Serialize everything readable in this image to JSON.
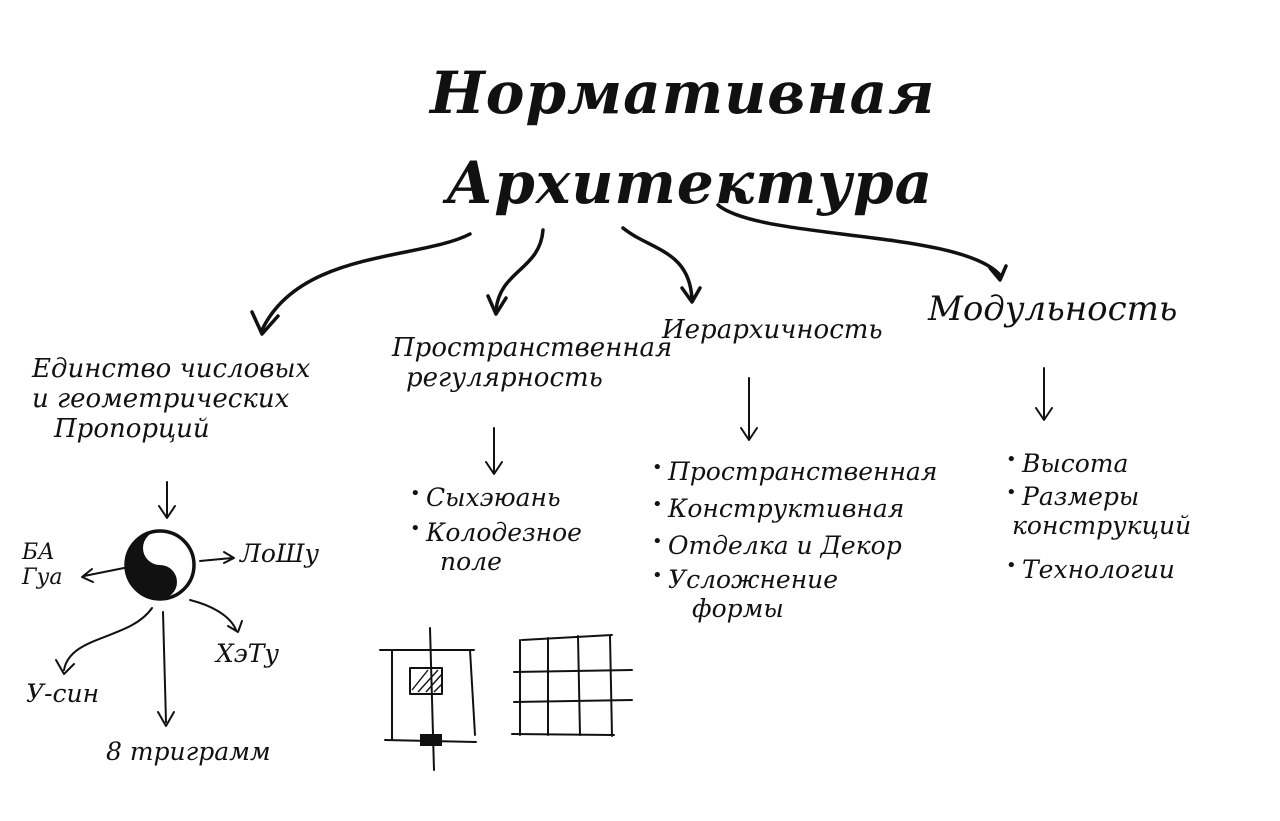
{
  "title": {
    "line1": "Нормативная",
    "line2": "Архитектура"
  },
  "branches": [
    {
      "label_lines": [
        "Единство числовых",
        "и геометрических",
        "Пропорций"
      ],
      "center": {
        "icon": "yin-yang-icon",
        "left": [
          "БА",
          "Гуа"
        ],
        "right": "ЛоШу",
        "lower_right": "ХэТу",
        "lower_left": "У-син",
        "bottom": "8 триграмм"
      }
    },
    {
      "label_lines": [
        "Пространственная",
        "регулярность"
      ],
      "items": [
        "Сыхэюань",
        "Колодезное",
        "поле"
      ]
    },
    {
      "label": "Иерархичность",
      "items": [
        "Пространственная",
        "Конструктивная",
        "Отделка и Декор",
        "Усложнение",
        "формы"
      ]
    },
    {
      "label": "Модульность",
      "items": [
        "Высота",
        "Размеры",
        "конструкций",
        "Технологии"
      ]
    }
  ]
}
